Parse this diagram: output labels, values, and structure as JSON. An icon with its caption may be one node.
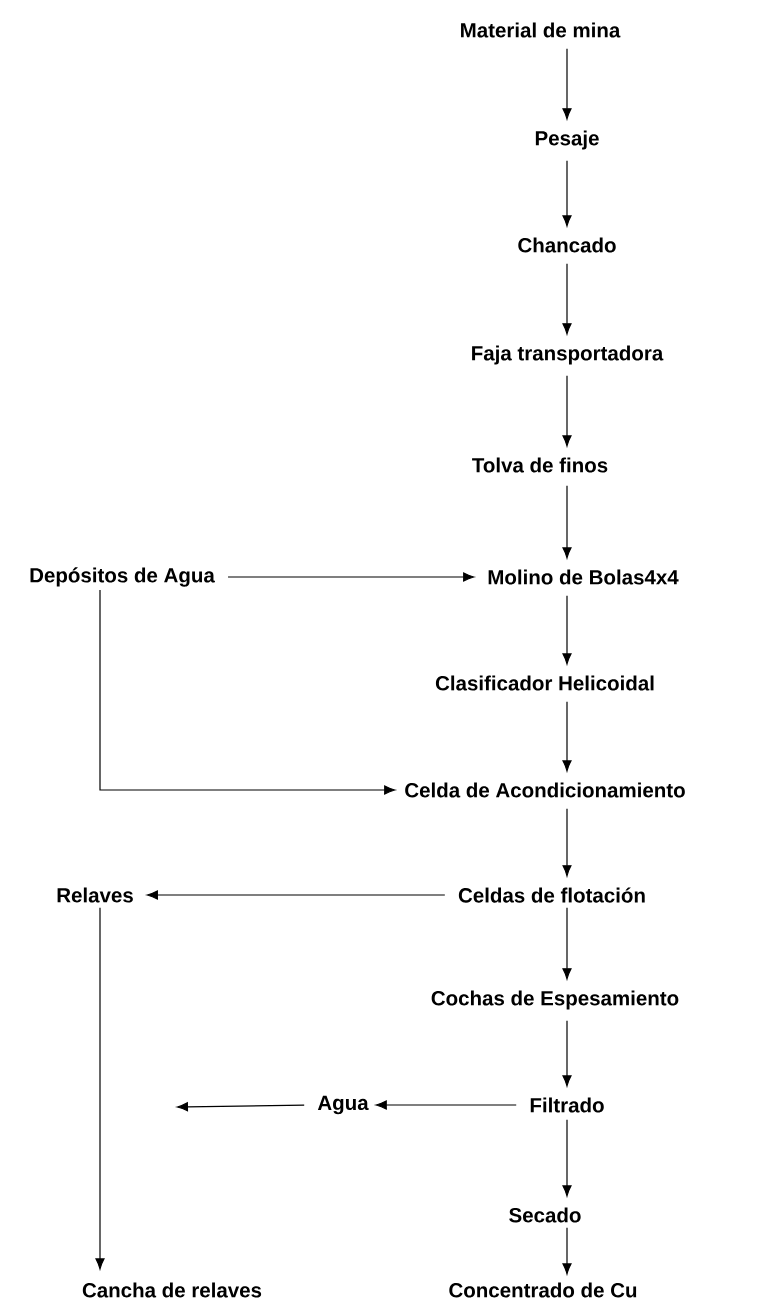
{
  "diagram": {
    "nodes": [
      {
        "text": [
          "Material de mina"
        ]
      },
      {
        "text": [
          "Pesaje"
        ]
      },
      {
        "text": [
          "Chancado"
        ]
      },
      {
        "text": [
          "Faja transportadora"
        ]
      },
      {
        "text": [
          "Tolva de finos"
        ]
      },
      {
        "text": [
          "Depósitos de  Agua"
        ]
      },
      {
        "text": [
          "Molino de Bolas4x4"
        ]
      },
      {
        "text": [
          "Clasificador Helicoidal"
        ]
      },
      {
        "text": [
          "Celda de Acondicionamiento"
        ]
      },
      {
        "text": [
          "Relaves"
        ]
      },
      {
        "text": [
          "Celdas de flotación"
        ]
      },
      {
        "text": [
          "Cochas de Espesamiento"
        ]
      },
      {
        "text": [
          "Filtrado"
        ]
      },
      {
        "text": [
          "Agua"
        ]
      },
      {
        "text": [
          "Secado"
        ]
      },
      {
        "text": [
          "Concentrado de Cu"
        ]
      },
      {
        "text": [
          "Cancha de relaves"
        ]
      }
    ],
    "edges": [
      {
        "from": 0,
        "to": 1,
        "arrow": "to"
      },
      {
        "from": 1,
        "to": 2,
        "arrow": "to"
      },
      {
        "from": 2,
        "to": 3,
        "arrow": "to"
      },
      {
        "from": 3,
        "to": 4,
        "arrow": "to"
      },
      {
        "from": 4,
        "to": 6,
        "arrow": "to"
      },
      {
        "from": 5,
        "to": 6,
        "arrow": "to"
      },
      {
        "from": 5,
        "to": 8,
        "arrow": "to"
      },
      {
        "from": 6,
        "to": 7,
        "arrow": "to"
      },
      {
        "from": 7,
        "to": 8,
        "arrow": "to"
      },
      {
        "from": 8,
        "to": 10,
        "arrow": "to"
      },
      {
        "from": 10,
        "to": 9,
        "arrow": "to"
      },
      {
        "from": 10,
        "to": 11,
        "arrow": "to"
      },
      {
        "from": 11,
        "to": 12,
        "arrow": "to"
      },
      {
        "from": 12,
        "to": 13,
        "arrow": "to"
      },
      {
        "from": 13,
        "to": null,
        "arrow": "to"
      },
      {
        "from": 12,
        "to": 14,
        "arrow": "to"
      },
      {
        "from": 14,
        "to": 15,
        "arrow": "to"
      },
      {
        "from": 9,
        "to": 16,
        "arrow": "to"
      }
    ]
  }
}
